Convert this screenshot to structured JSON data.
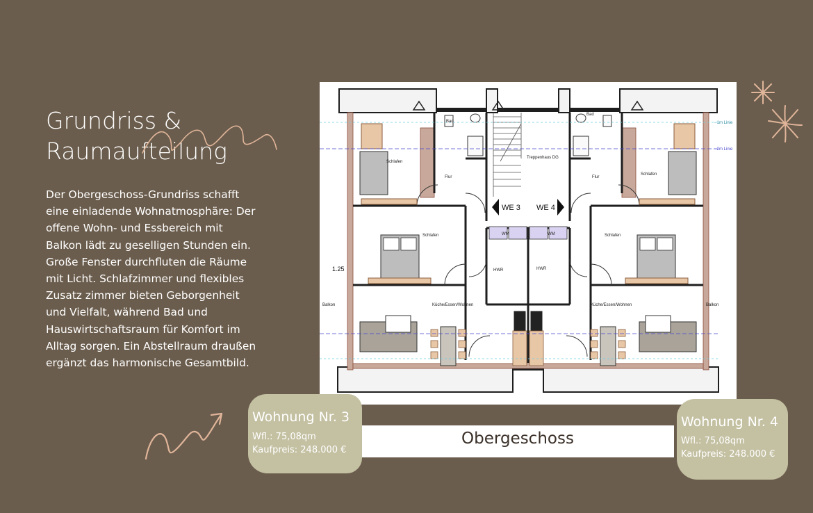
{
  "heading": {
    "line1": "Grundriss &",
    "line2": "Raumaufteilung"
  },
  "description": "Der Obergeschoss-Grundriss schafft eine einladende Wohnatmosphäre: Der offene Wohn- und Essbereich mit Balkon lädt zu geselligen Stunden ein. Große Fenster durchfluten die Räume mit Licht. Schlafzimmer und flexibles Zusatz zimmer bieten Geborgenheit und Vielfalt, während Bad und Hauswirtschaftsraum für Komfort im Alltag sorgen. Ein Abstellraum draußen ergänzt das harmonische Gesamtbild.",
  "floor_label": "Obergeschoss",
  "units": [
    {
      "name": "Wohnung Nr. 3",
      "area": "Wfl.: 75,08qm",
      "price": "Kaufpreis: 248.000 €"
    },
    {
      "name": "Wohnung Nr. 4",
      "area": "Wfl.: 75,08qm",
      "price": "Kaufpreis: 248.000 €"
    }
  ],
  "plan": {
    "we3": "WE 3",
    "we4": "WE 4",
    "dim": "1.25",
    "rooms": {
      "bad_l": "Bad",
      "bad_r": "Bad",
      "schlafen1_l": "Schlafen",
      "schlafen1_r": "Schlafen",
      "flur_l": "Flur",
      "flur_r": "Flur",
      "treppenhaus": "Treppenhaus DG",
      "schlafen2_l": "Schlafen",
      "schlafen2_r": "Schlafen",
      "hwr_l": "HWR",
      "hwr_r": "HWR",
      "kueche_l": "Küche/Essen/Wohnen",
      "kueche_r": "Küche/Essen/Wohnen",
      "balkon_l": "Balkon",
      "balkon_r": "Balkon",
      "wm_l": "WM",
      "wm_r": "WM",
      "line1": "- 1m Linie",
      "line2": "- 2m Linie"
    }
  },
  "colors": {
    "background": "#6b5d4d",
    "card": "#c4c0a2",
    "accent": "#e0b59a"
  }
}
